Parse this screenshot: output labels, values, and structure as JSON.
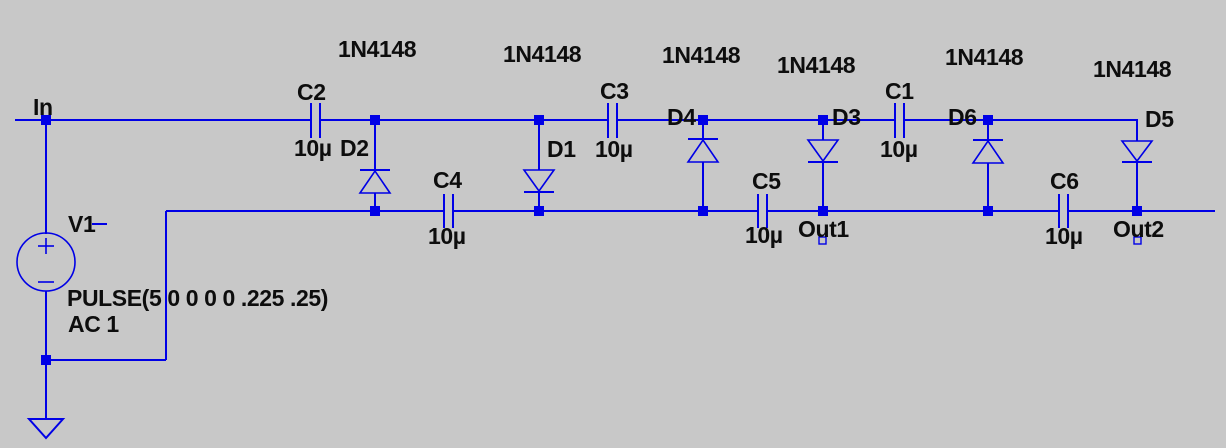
{
  "schematic": {
    "background_color": "#c8c8c8",
    "wire_color": "#0000e6",
    "text_color": "#0d0d0d",
    "nets": {
      "in": "In",
      "out1": "Out1",
      "out2": "Out2"
    },
    "source": {
      "ref": "V1",
      "pulse": "PULSE(5 0 0 0 0 .225 .25)",
      "ac": "AC 1"
    },
    "capacitors": [
      {
        "ref": "C2",
        "value": "10µ"
      },
      {
        "ref": "C3",
        "value": "10µ"
      },
      {
        "ref": "C1",
        "value": "10µ"
      },
      {
        "ref": "C4",
        "value": "10µ"
      },
      {
        "ref": "C5",
        "value": "10µ"
      },
      {
        "ref": "C6",
        "value": "10µ"
      }
    ],
    "diodes": [
      {
        "ref": "D2",
        "model": "1N4148"
      },
      {
        "ref": "D1",
        "model": "1N4148"
      },
      {
        "ref": "D4",
        "model": "1N4148"
      },
      {
        "ref": "D3",
        "model": "1N4148"
      },
      {
        "ref": "D6",
        "model": "1N4148"
      },
      {
        "ref": "D5",
        "model": "1N4148"
      }
    ]
  }
}
